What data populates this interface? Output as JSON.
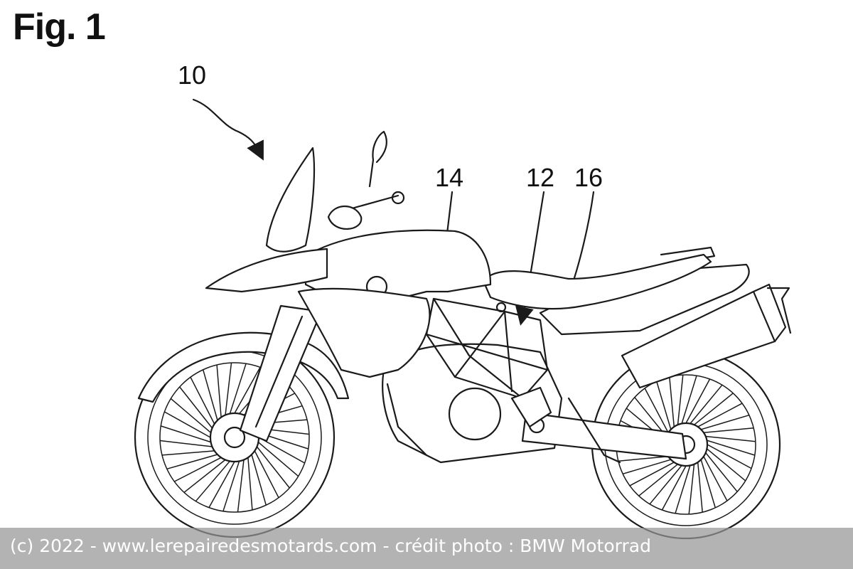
{
  "figure": {
    "title": "Fig. 1",
    "reference_numerals": {
      "motorcycle": "10",
      "frame": "12",
      "tank": "14",
      "seat": "16"
    }
  },
  "watermark": {
    "text": "(c) 2022 - www.lerepairedesmotards.com - crédit photo : BMW Motorrad"
  }
}
